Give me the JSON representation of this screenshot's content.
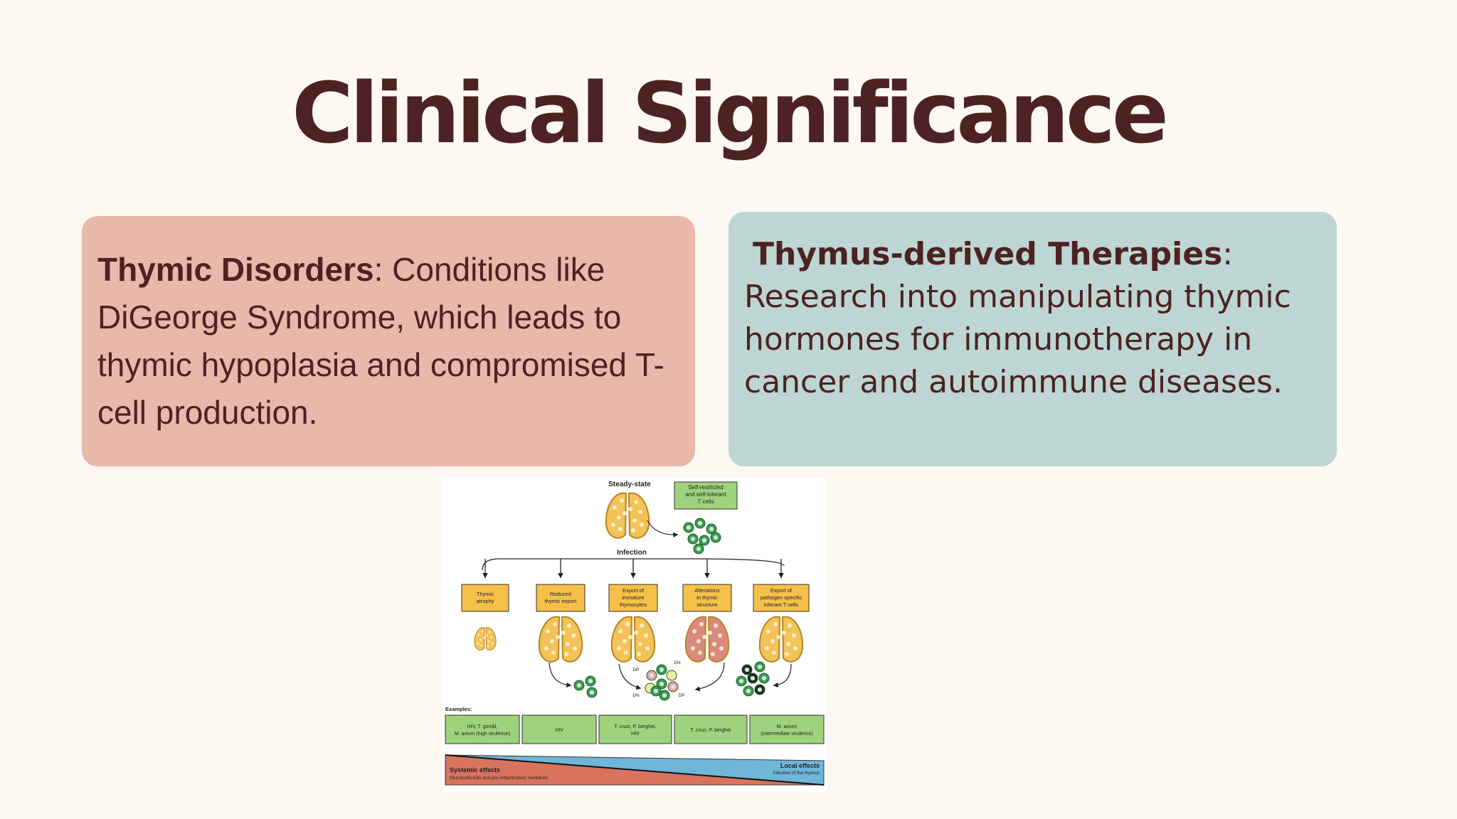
{
  "slide": {
    "title": "Clinical Significance",
    "left_card": {
      "heading": "Thymic Disorders",
      "body": ": Conditions like DiGeorge Syndrome, which leads to thymic hypoplasia and compromised T-cell production."
    },
    "right_card": {
      "heading": "Thymus-derived Therapies",
      "heading_suffix": ":",
      "body": "Research into manipulating thymic hormones for immunotherapy in cancer and autoimmune diseases."
    }
  },
  "figure": {
    "steady_state": "Steady-state",
    "steady_box": [
      "Self-restricted",
      "and self-tolerant",
      "T cells"
    ],
    "infection": "Infection",
    "effects": [
      {
        "lines": [
          "Thymic",
          "atrophy"
        ]
      },
      {
        "lines": [
          "Reduced",
          "thymic export"
        ]
      },
      {
        "lines": [
          "Export of",
          "immature",
          "thymocytes"
        ]
      },
      {
        "lines": [
          "Alterations",
          "in thymic",
          "structure"
        ]
      },
      {
        "lines": [
          "Export of",
          "pathogen specific",
          "tolerant T cells"
        ]
      }
    ],
    "cell_labels": {
      "dp1": "DP",
      "dn1": "DN",
      "dn2": "DN",
      "dp2": "DP"
    },
    "examples_label": "Examples:",
    "examples": [
      {
        "lines": [
          "HIV, T. gondii,",
          "M. avium (high virulence)"
        ]
      },
      {
        "lines": [
          "HIV"
        ]
      },
      {
        "lines": [
          "T. cruzi, P. berghei,",
          "HIV"
        ]
      },
      {
        "lines": [
          "T. cruzi, P. berghei"
        ]
      },
      {
        "lines": [
          "M. avium",
          "(intermediate virulence)"
        ]
      }
    ],
    "systemic_title": "Systemic effects",
    "systemic_sub": "Glucocorticoids and pro-inflammatory mediators",
    "local_title": "Local effects",
    "local_sub": "Infection of the thymus",
    "colors": {
      "effect_box": "#f5c04a",
      "example_box": "#9ed27c",
      "tcell": "#3a9a52",
      "thymus": "#f3c35a",
      "thymus_altered": "#d98a80",
      "systemic": "#d9735d",
      "local": "#6fb6d8"
    }
  }
}
